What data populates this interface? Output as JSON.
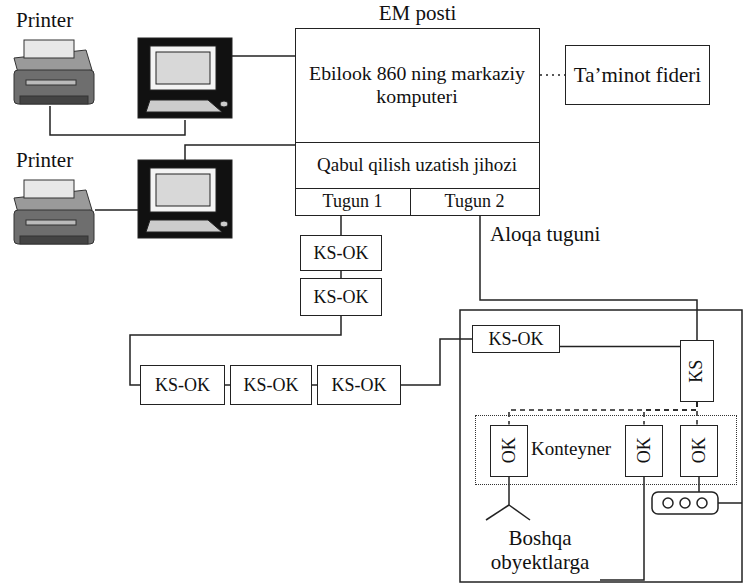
{
  "diagram": {
    "nodes": [
      {
        "text": [
          "EM posti"
        ]
      },
      {
        "text": [
          "Ebilook 860 ning markaziy komputeri"
        ],
        "in": 0
      },
      {
        "text": [
          "Qabul qilish uzatish jihozi"
        ],
        "in": 0
      },
      {
        "text": [
          "Tugun 1"
        ],
        "in": 0
      },
      {
        "text": [
          "Tugun 2"
        ],
        "in": 0
      },
      {
        "text": [
          "Ta’minot fideri"
        ]
      },
      {
        "text": [
          "KS-OK"
        ]
      },
      {
        "text": [
          "KS-OK"
        ]
      },
      {
        "text": [
          "KS-OK"
        ]
      },
      {
        "text": [
          "KS-OK"
        ]
      },
      {
        "text": [
          "KS-OK"
        ]
      },
      {
        "text": [
          "KS-OK"
        ]
      },
      {
        "text": [
          "KS"
        ]
      },
      {
        "text": [
          "Konteyner"
        ]
      },
      {
        "text": [
          "OK"
        ],
        "in": 13
      },
      {
        "text": [
          "OK"
        ],
        "in": 13
      },
      {
        "text": [
          "OK"
        ],
        "in": 13
      }
    ],
    "edges": [
      {
        "from": 0,
        "to": 5,
        "arrow": "none"
      },
      {
        "from": 3,
        "to": 6,
        "arrow": "none"
      },
      {
        "from": 6,
        "to": 7,
        "arrow": "none"
      },
      {
        "from": 7,
        "to": 8,
        "arrow": "none"
      },
      {
        "from": 8,
        "to": 9,
        "arrow": "none"
      },
      {
        "from": 9,
        "to": 10,
        "arrow": "none"
      },
      {
        "from": 10,
        "to": 11,
        "arrow": "none"
      },
      {
        "from": 4,
        "to": 12,
        "arrow": "none"
      },
      {
        "from": 11,
        "to": 12,
        "arrow": "none"
      },
      {
        "from": 12,
        "to": 14,
        "arrow": "none"
      },
      {
        "from": 12,
        "to": 15,
        "arrow": "none"
      },
      {
        "from": 12,
        "to": 16,
        "arrow": "none"
      }
    ],
    "labels": [
      "Printer",
      "Printer",
      "Aloqa tuguni",
      "Boshqa obyektlarga"
    ]
  }
}
